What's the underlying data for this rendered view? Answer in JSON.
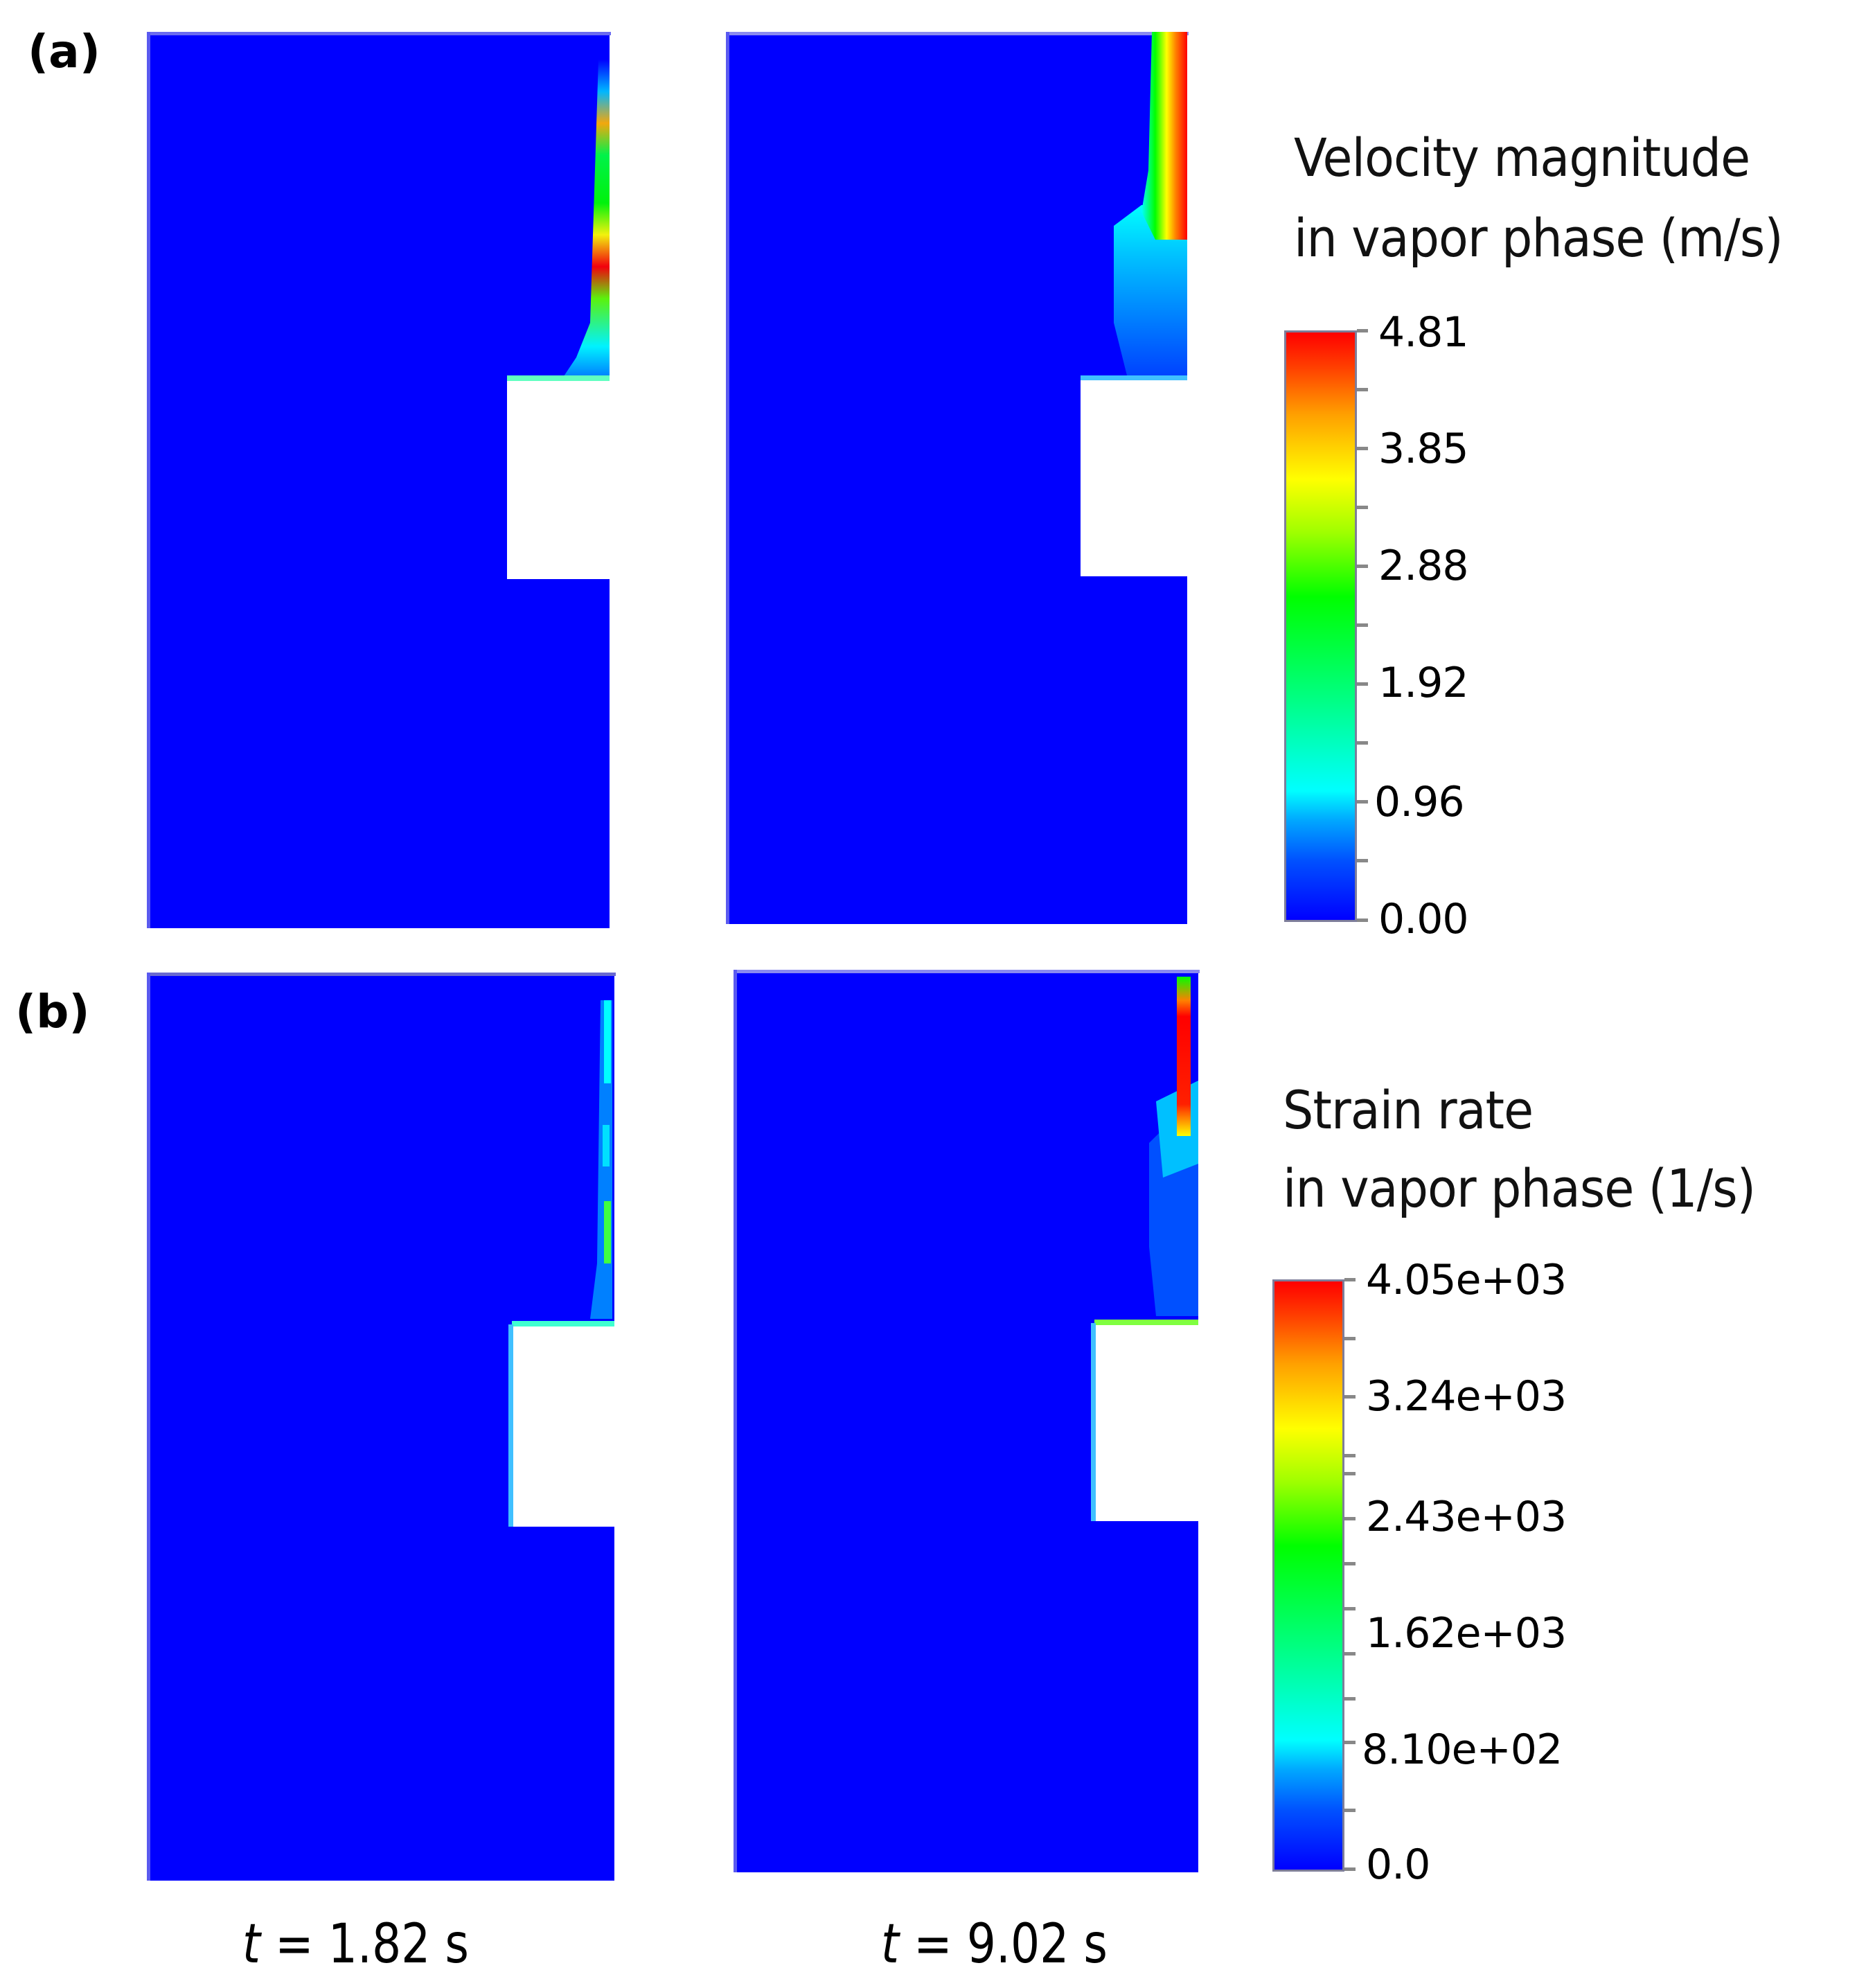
{
  "figure": {
    "panel_labels": {
      "a": "(a)",
      "b": "(b)"
    },
    "time_labels": [
      {
        "var": "t",
        "text": "= 1.82 s",
        "value_s": 1.82
      },
      {
        "var": "t",
        "text": "= 9.02 s",
        "value_s": 9.02
      }
    ],
    "colors": {
      "background_field": "#0000ff",
      "cold": "#0000ff",
      "hot": "#ff0000",
      "page": "#ffffff"
    }
  },
  "legend_a": {
    "title_line1": "Velocity magnitude",
    "title_line2": "in vapor phase (m/s)",
    "ticks": [
      "4.81",
      "3.85",
      "2.88",
      "1.92",
      "0.96",
      "0.00"
    ]
  },
  "legend_b": {
    "title_line1": "Strain rate",
    "title_line2": "in vapor phase (1/s)",
    "ticks": [
      "4.05e+03",
      "3.24e+03",
      "2.43e+03",
      "1.62e+03",
      "8.10e+02",
      "0.0"
    ]
  },
  "chart_data": [
    {
      "type": "heatmap",
      "title": "(a) Velocity magnitude in vapor phase (m/s)",
      "panels": [
        "t = 1.82 s",
        "t = 9.02 s"
      ],
      "colorbar": {
        "min": 0.0,
        "max": 4.81,
        "ticks": [
          0.0,
          0.96,
          1.92,
          2.88,
          3.85,
          4.81
        ],
        "colormap": "jet"
      },
      "observations": [
        {
          "panel": "t = 1.82 s",
          "max_region": "thin streak along right wall above the step, peak ~4.8 m/s near mid-height",
          "bulk": 0.0
        },
        {
          "panel": "t = 9.02 s",
          "max_region": "wider jet along right wall near top, peak ~4.8 m/s, decaying to ~1 m/s above step",
          "bulk": 0.0
        }
      ]
    },
    {
      "type": "heatmap",
      "title": "(b) Strain rate in vapor phase (1/s)",
      "panels": [
        "t = 1.82 s",
        "t = 9.02 s"
      ],
      "colorbar": {
        "min": 0.0,
        "max": 4050,
        "ticks": [
          0.0,
          810,
          1620,
          2430,
          3240,
          4050
        ],
        "colormap": "jet"
      },
      "observations": [
        {
          "panel": "t = 1.82 s",
          "max_region": "patchy cyan/green along right wall, ~1600-2400 1/s",
          "bulk": 0.0
        },
        {
          "panel": "t = 9.02 s",
          "max_region": "red streak near top right wall, ~4050 1/s; step edge ~1600 1/s",
          "bulk": 0.0
        }
      ]
    }
  ]
}
